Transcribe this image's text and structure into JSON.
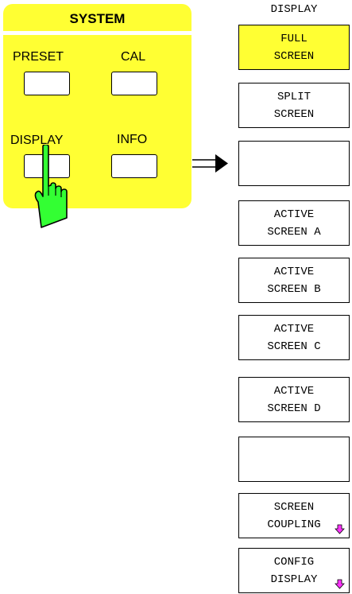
{
  "system_panel": {
    "title": "SYSTEM",
    "keys": [
      {
        "label": "PRESET"
      },
      {
        "label": "CAL"
      },
      {
        "label": "DISPLAY"
      },
      {
        "label": "INFO"
      }
    ]
  },
  "menu": {
    "title": "DISPLAY",
    "softkeys": [
      {
        "line1": "FULL",
        "line2": "SCREEN",
        "active": true
      },
      {
        "line1": "SPLIT",
        "line2": "SCREEN"
      },
      {
        "line1": "",
        "line2": ""
      },
      {
        "line1": "ACTIVE",
        "line2": "SCREEN A"
      },
      {
        "line1": "ACTIVE",
        "line2": "SCREEN B"
      },
      {
        "line1": "ACTIVE",
        "line2": "SCREEN C"
      },
      {
        "line1": "ACTIVE",
        "line2": "SCREEN D"
      },
      {
        "line1": "",
        "line2": ""
      },
      {
        "line1": "SCREEN",
        "line2": "COUPLING",
        "submenu": true
      },
      {
        "line1": "CONFIG",
        "line2": "DISPLAY",
        "submenu": true
      }
    ]
  },
  "colors": {
    "panel_yellow": "#ffff33",
    "hand_green": "#33ff33",
    "submenu_arrow": "#ff33ff"
  },
  "icons": {
    "pointer": "right-arrow-icon",
    "hand": "pointing-hand-icon",
    "submenu": "submenu-down-arrow-icon"
  }
}
